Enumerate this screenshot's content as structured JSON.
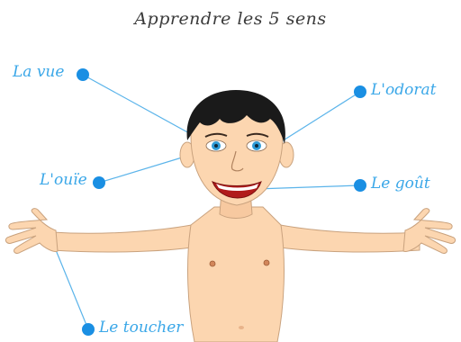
{
  "title": "Apprendre les 5 sens",
  "colors": {
    "label": "#3aa7e8",
    "dot": "#1a8fe3",
    "line": "#5bb4ea",
    "skin": "#fcd6b0",
    "hair": "#1a1a1a",
    "iris": "#2f9bd6",
    "mouth": "#b11b1b"
  },
  "senses": [
    {
      "id": "vue",
      "label": "La vue"
    },
    {
      "id": "odorat",
      "label": "L'odorat"
    },
    {
      "id": "ouie",
      "label": "L'ouïe"
    },
    {
      "id": "gout",
      "label": "Le goût"
    },
    {
      "id": "toucher",
      "label": "Le toucher"
    }
  ]
}
